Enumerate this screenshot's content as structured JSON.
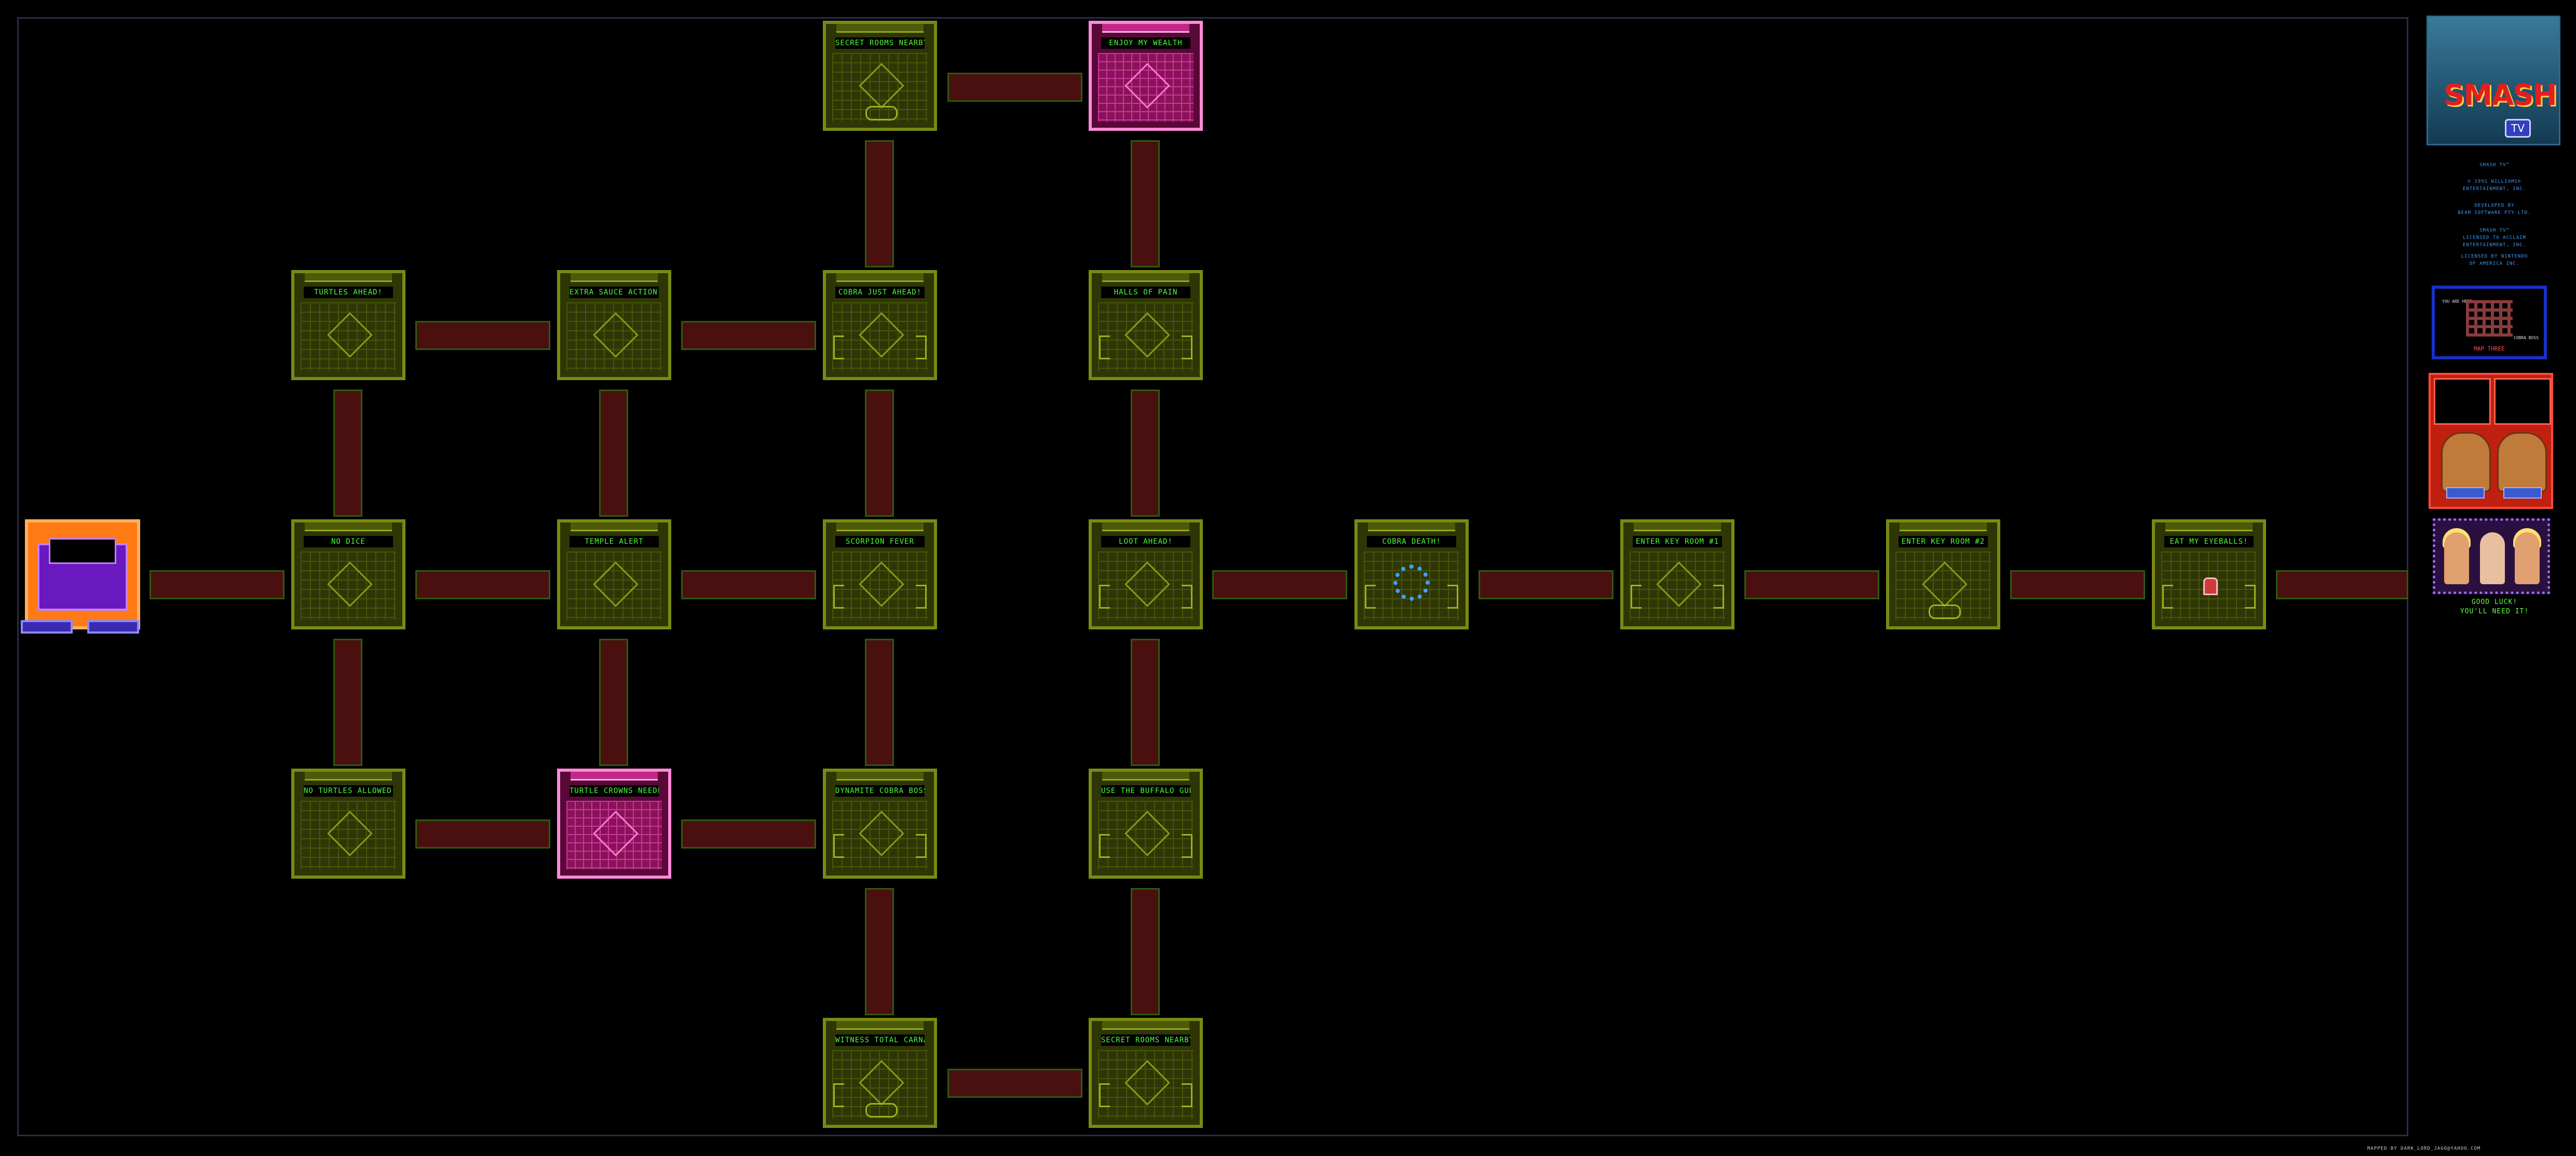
{
  "rooms": {
    "r1": "SECRET ROOMS NEARBY!",
    "r2": "ENJOY MY WEALTH",
    "r3": "TURTLES AHEAD!",
    "r4": "EXTRA SAUCE ACTION!",
    "r5": "COBRA JUST AHEAD!",
    "r6": "HALLS OF PAIN",
    "r7": "NO DICE",
    "r8": "TEMPLE ALERT",
    "r9": "SCORPION FEVER",
    "r10": "LOOT AHEAD!",
    "r11": "COBRA DEATH!",
    "r12": "ENTER KEY ROOM #1",
    "r13": "ENTER KEY ROOM #2",
    "r14": "EAT MY EYEBALLS!",
    "r15": "NO TURTLES ALLOWED!",
    "r16": "TURTLE CROWNS NEEDED",
    "r17": "DYNAMITE COBRA BOSS",
    "r18": "USE THE BUFFALO GUN",
    "r19": "WITNESS TOTAL CARNAGE",
    "r20": "SECRET ROOMS NEARBY!"
  },
  "sidebar": {
    "logo_word": "SMASH",
    "logo_tv": "TV",
    "credits": [
      "SMASH TV™",
      "© 1991 WILLIAMS®",
      "ENTERTAINMENT, INC.",
      "DEVELOPED BY",
      "BEAM SOFTWARE PTY LTD.",
      "SMASH TV™",
      "LICENSED TO ACCLAIM",
      "ENTERTAINMENT, INC.",
      "LICENSED BY NINTENDO",
      "OF AMERICA INC."
    ],
    "minimap_label": "MAP THREE",
    "minimap_you": "YOU ARE HERE",
    "minimap_boss": "COBRA BOSS",
    "luck_line1": "GOOD LUCK!",
    "luck_line2": "YOU'LL NEED IT!"
  },
  "footer": {
    "mapped_by": "MAPPED BY DARK_LORD_JAGO@YAHOO.COM"
  },
  "colors": {
    "room_border": "#7a8a12",
    "room_fill": "#2f3606",
    "special_room": "#ff8ad8",
    "corridor": "#4a1010",
    "title_text": "#4cff3a"
  }
}
